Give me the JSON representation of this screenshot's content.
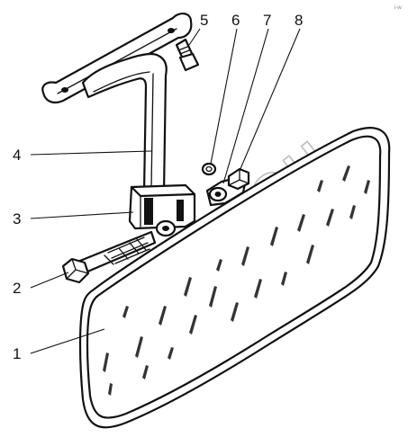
{
  "diagram": {
    "callouts": [
      {
        "id": "1",
        "label": "1"
      },
      {
        "id": "2",
        "label": "2"
      },
      {
        "id": "3",
        "label": "3"
      },
      {
        "id": "4",
        "label": "4"
      },
      {
        "id": "5",
        "label": "5"
      },
      {
        "id": "6",
        "label": "6"
      },
      {
        "id": "7",
        "label": "7"
      },
      {
        "id": "8",
        "label": "8"
      }
    ],
    "watermark": "ЗУБРОН",
    "corner_mark": "i-w"
  }
}
